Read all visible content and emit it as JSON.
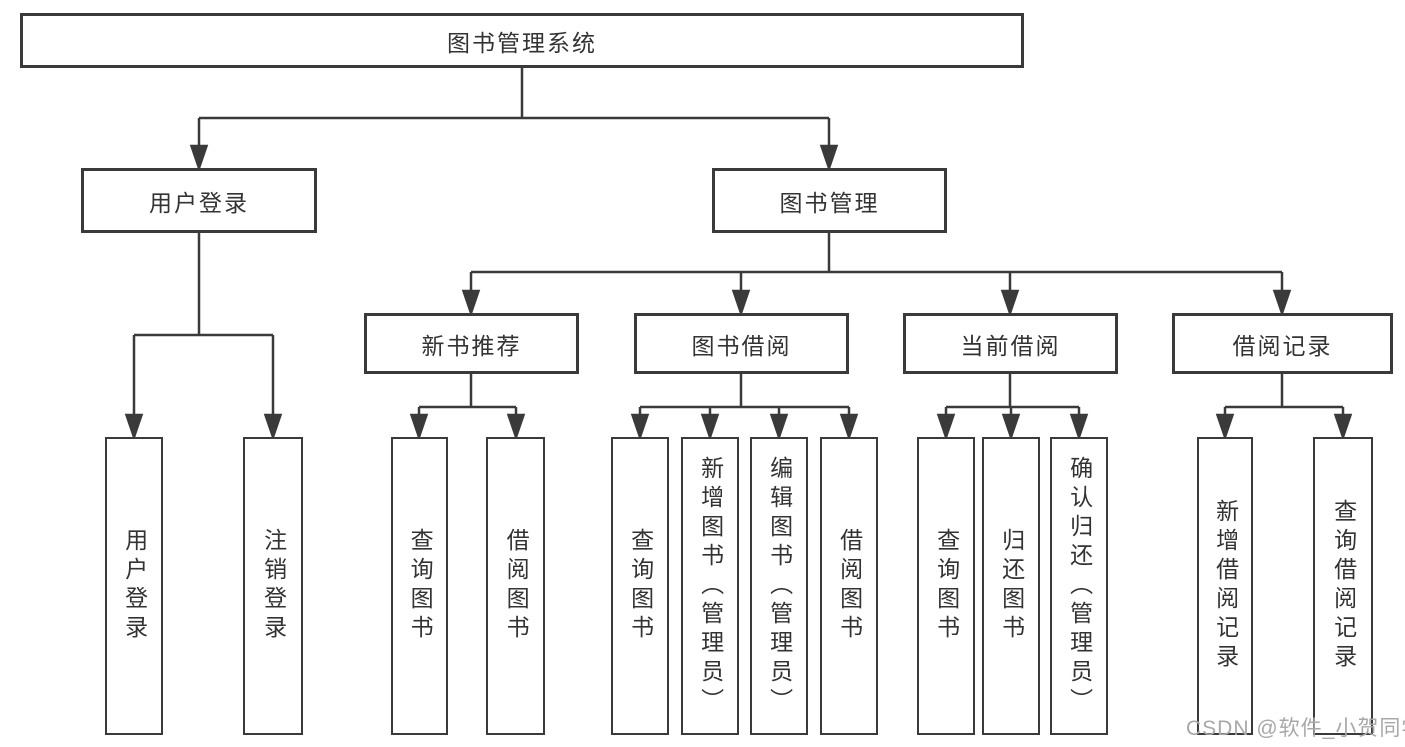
{
  "colors": {
    "line": "#3a3a3a",
    "border": "#3a3a3a",
    "text": "#333333",
    "box_fill": "#ffffff",
    "watermark": "#a8a8a8",
    "background": "#ffffff"
  },
  "tree": {
    "root": {
      "label": "图书管理系统"
    },
    "branches": [
      {
        "label": "用户登录",
        "children": [
          {
            "label": "用户登录"
          },
          {
            "label": "注销登录"
          }
        ]
      },
      {
        "label": "图书管理",
        "groups": [
          {
            "label": "新书推荐",
            "children": [
              {
                "label": "查询图书"
              },
              {
                "label": "借阅图书"
              }
            ]
          },
          {
            "label": "图书借阅",
            "children": [
              {
                "label": "查询图书"
              },
              {
                "label": "新增图书（管理员）"
              },
              {
                "label": "编辑图书（管理员）"
              },
              {
                "label": "借阅图书"
              }
            ]
          },
          {
            "label": "当前借阅",
            "children": [
              {
                "label": "查询图书"
              },
              {
                "label": "归还图书"
              },
              {
                "label": "确认归还（管理员）"
              }
            ]
          },
          {
            "label": "借阅记录",
            "children": [
              {
                "label": "新增借阅记录"
              },
              {
                "label": "查询借阅记录"
              }
            ]
          }
        ]
      }
    ]
  },
  "watermark": {
    "text": "CSDN @软件_小贺同学"
  }
}
